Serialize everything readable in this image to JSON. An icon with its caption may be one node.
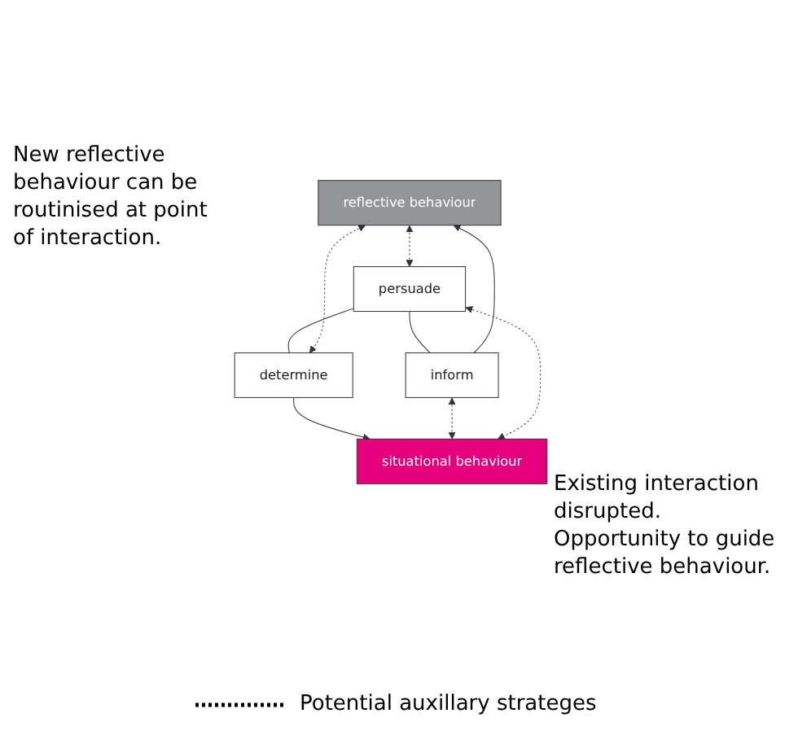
{
  "diagram": {
    "nodes": [
      {
        "text": [
          "reflective behaviour"
        ]
      },
      {
        "text": [
          "inform"
        ]
      },
      {
        "text": [
          "persuade"
        ]
      },
      {
        "text": [
          "determine"
        ]
      },
      {
        "text": [
          "situational behaviour"
        ]
      }
    ],
    "edges": [
      {
        "from": 1,
        "to": 0,
        "arrow": "to"
      },
      {
        "from": 2,
        "to": 1,
        "arrow": "none"
      },
      {
        "from": 2,
        "to": 3,
        "arrow": "none"
      },
      {
        "from": 3,
        "to": 4,
        "arrow": "to"
      },
      {
        "from": 1,
        "to": 4,
        "arrow": "both",
        "style": "dashed"
      },
      {
        "from": 2,
        "to": 4,
        "arrow": "both",
        "style": "dashed"
      },
      {
        "from": 0,
        "to": 2,
        "arrow": "both",
        "style": "dashed"
      },
      {
        "from": 0,
        "to": 3,
        "arrow": "both",
        "style": "dashed"
      }
    ],
    "labels": [
      "New reflective behaviour can be routinised at point of interaction.",
      "Existing interaction disrupted. Opportunity to guide reflective behaviour."
    ],
    "legend": [
      {
        "text": "Potential auxillary strateges"
      }
    ]
  }
}
